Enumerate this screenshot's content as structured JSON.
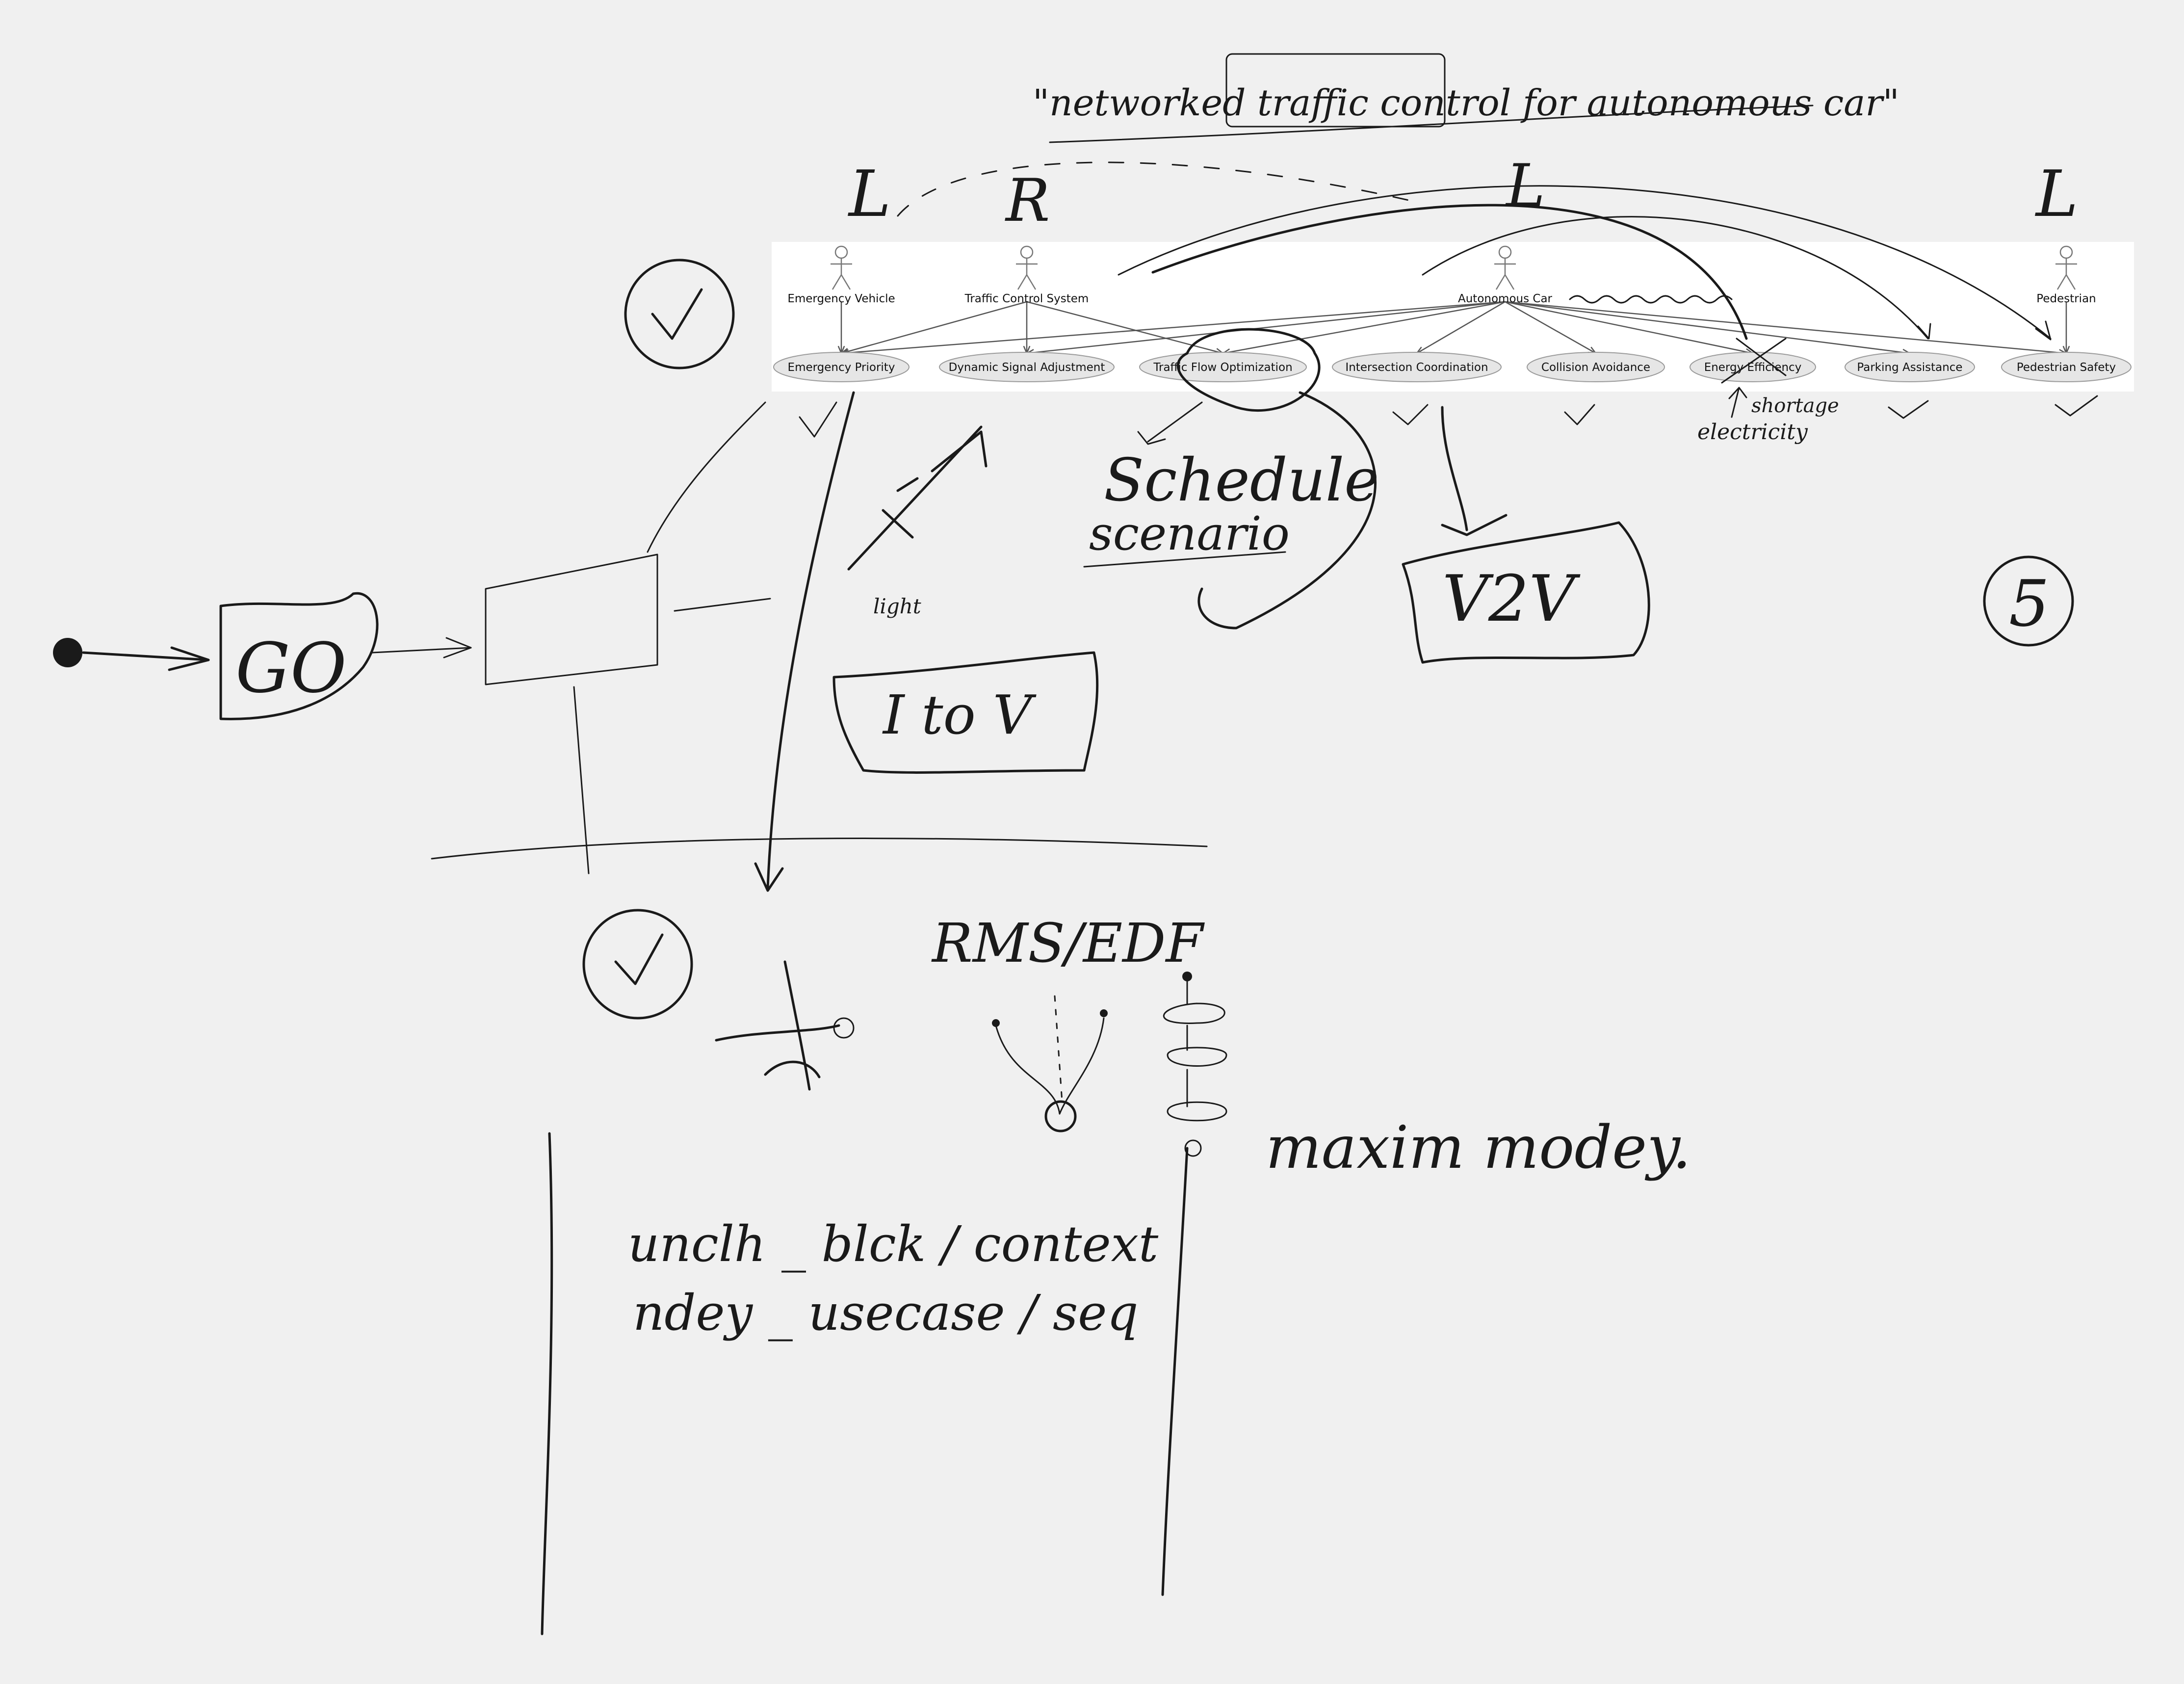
{
  "whiteboard": {
    "background": "#f0f0f0",
    "ink_color": "#1a1a1a"
  },
  "handwriting": {
    "title": "\"networked traffic control for autonomous car\"",
    "l1": "L",
    "r": "R",
    "l2": "L",
    "l3": "L",
    "go": "GO",
    "schedule": "Schedule",
    "scenario": "scenario",
    "i2v": "I to V",
    "v2v": "V2V",
    "light": "light",
    "shortage": "shortage",
    "electricity": "electricity",
    "five": "5",
    "rms_edf": "RMS/EDF",
    "notes_line1": "unclh _ blck / context",
    "notes_line2": "ndey _ usecase / seq",
    "maximum_modeling": "maxim modey."
  },
  "uml": {
    "background": "#ffffff",
    "actors": [
      {
        "label": "Emergency Vehicle"
      },
      {
        "label": "Traffic Control System"
      },
      {
        "label": "Autonomous Car"
      },
      {
        "label": "Pedestrian"
      }
    ],
    "use_cases": [
      {
        "label": "Emergency Priority"
      },
      {
        "label": "Dynamic Signal Adjustment"
      },
      {
        "label": "Traffic Flow Optimization"
      },
      {
        "label": "Intersection Coordination"
      },
      {
        "label": "Collision Avoidance"
      },
      {
        "label": "Energy Efficiency"
      },
      {
        "label": "Parking Assistance"
      },
      {
        "label": "Pedestrian Safety"
      }
    ]
  }
}
